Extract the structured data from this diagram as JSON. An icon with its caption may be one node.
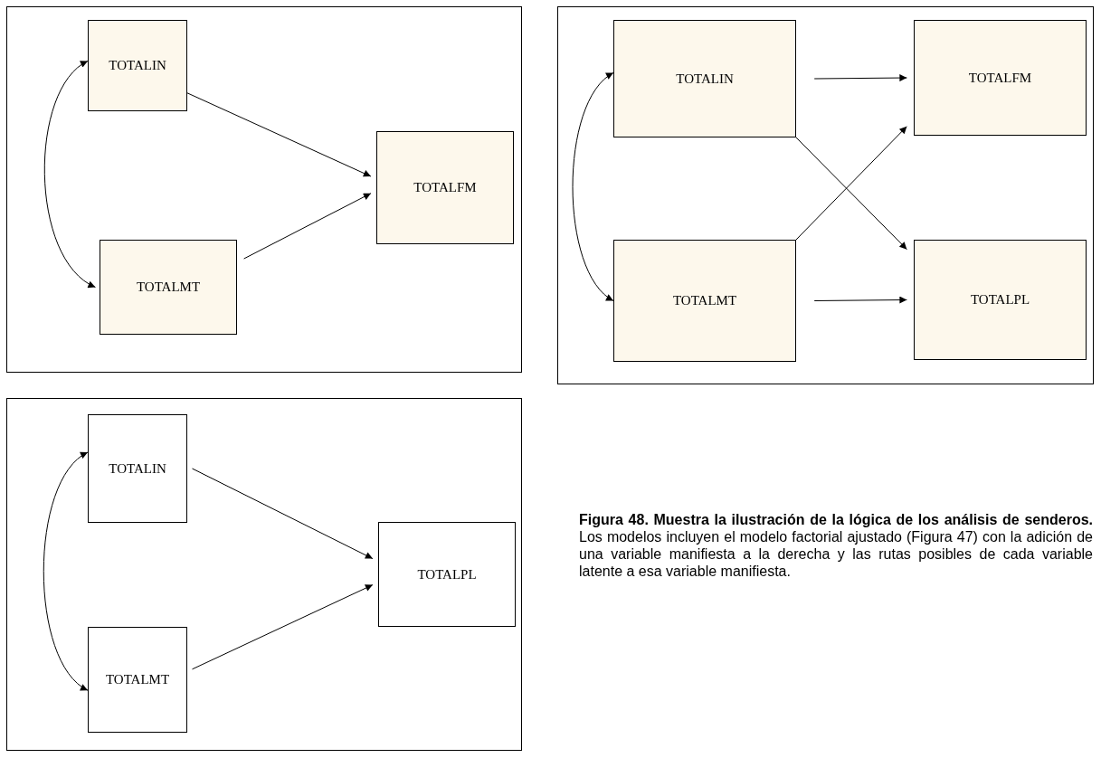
{
  "diagram": {
    "caption": "**Figura 48. Muestra la ilustración de la lógica de los análisis de senderos.** Los modelos incluyen el modelo factorial ajustado (Figura 47) con la adición de una variable manifiesta a la derecha y las rutas posibles de cada variable latente a esa variable manifiesta.",
    "nodes": [
      {
        "text": [],
        "shape": "box"
      },
      {
        "text": [
          "TOTALIN"
        ],
        "in": 0
      },
      {
        "text": [
          "TOTALMT"
        ],
        "in": 0
      },
      {
        "text": [
          "TOTALFM"
        ],
        "in": 0
      },
      {
        "text": [],
        "shape": "box"
      },
      {
        "text": [
          "TOTALIN"
        ],
        "in": 4
      },
      {
        "text": [
          "TOTALFM"
        ],
        "in": 4
      },
      {
        "text": [
          "TOTALMT"
        ],
        "in": 4
      },
      {
        "text": [
          "TOTALPL"
        ],
        "in": 4
      },
      {
        "text": [],
        "shape": "box"
      },
      {
        "text": [
          "TOTALIN"
        ],
        "in": 9
      },
      {
        "text": [
          "TOTALMT"
        ],
        "in": 9
      },
      {
        "text": [
          "TOTALPL"
        ],
        "in": 9
      }
    ],
    "edges": [
      {
        "from": 1,
        "to": 2,
        "arrow": "both"
      },
      {
        "from": 1,
        "to": 3,
        "arrow": "to"
      },
      {
        "from": 2,
        "to": 3,
        "arrow": "to"
      },
      {
        "from": 5,
        "to": 7,
        "arrow": "both"
      },
      {
        "from": 5,
        "to": 6,
        "arrow": "to"
      },
      {
        "from": 5,
        "to": 8,
        "arrow": "to"
      },
      {
        "from": 7,
        "to": 6,
        "arrow": "to"
      },
      {
        "from": 7,
        "to": 8,
        "arrow": "to"
      },
      {
        "from": 10,
        "to": 11,
        "arrow": "both"
      },
      {
        "from": 10,
        "to": 12,
        "arrow": "to"
      },
      {
        "from": 11,
        "to": 12,
        "arrow": "to"
      }
    ]
  }
}
